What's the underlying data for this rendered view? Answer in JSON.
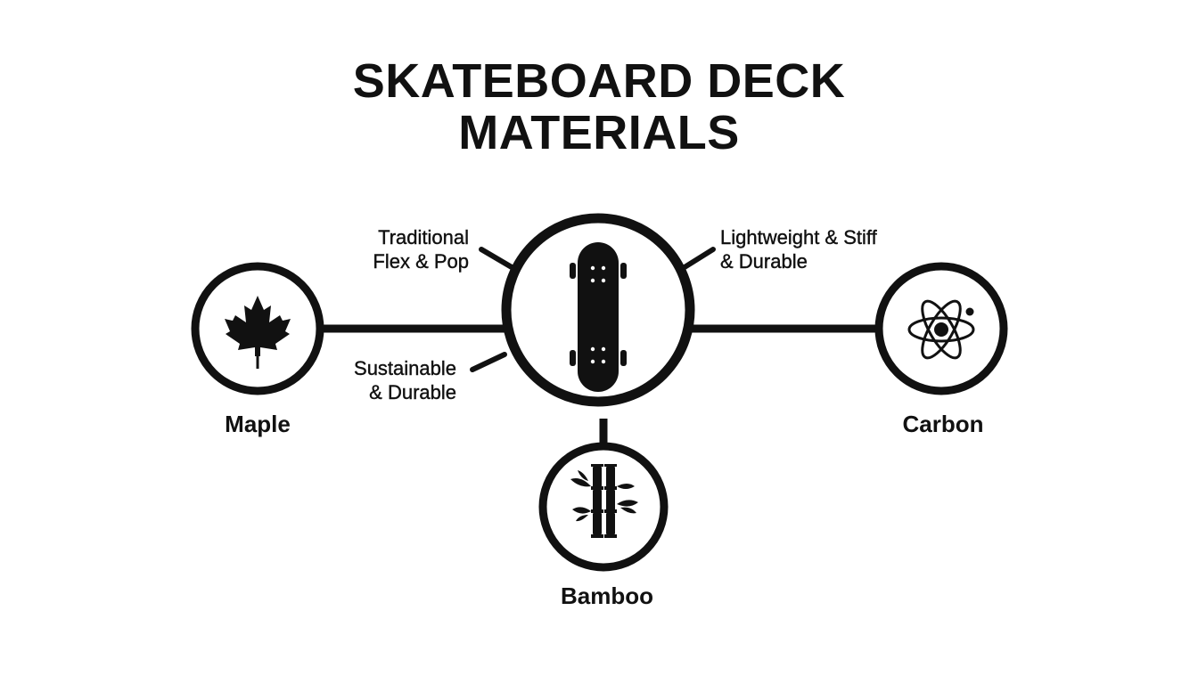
{
  "title": {
    "line1": "SKATEBOARD DECK",
    "line2": "MATERIALS"
  },
  "center_node": {
    "icon": "skateboard-icon"
  },
  "nodes": {
    "maple": {
      "label": "Maple",
      "icon": "maple-leaf-icon"
    },
    "carbon": {
      "label": "Carbon",
      "icon": "atom-icon"
    },
    "bamboo": {
      "label": "Bamboo",
      "icon": "bamboo-icon"
    }
  },
  "annotations": {
    "maple": {
      "line1": "Traditional",
      "line2": "Flex & Pop"
    },
    "carbon": {
      "line1": "Lightweight & Stiff",
      "line2": "& Durable"
    },
    "bamboo": {
      "line1": "Sustainable",
      "line2": "& Durable"
    }
  },
  "colors": {
    "stroke": "#111111",
    "background": "#ffffff"
  }
}
